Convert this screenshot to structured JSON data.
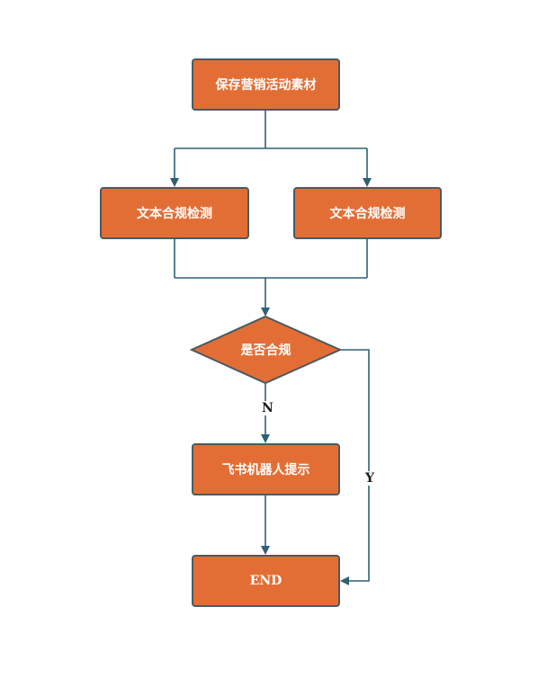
{
  "colors": {
    "node_fill": "#e36e35",
    "node_border": "#4a5a60",
    "connector": "#2f6173",
    "node_text": "#ffffff"
  },
  "nodes": {
    "save": "保存营销活动素材",
    "check_left": "文本合规检测",
    "check_right": "文本合规检测",
    "decision": "是否合规",
    "bot": "飞书机器人提示",
    "end": "END"
  },
  "edges": {
    "no_label": "N",
    "yes_label": "Y"
  }
}
